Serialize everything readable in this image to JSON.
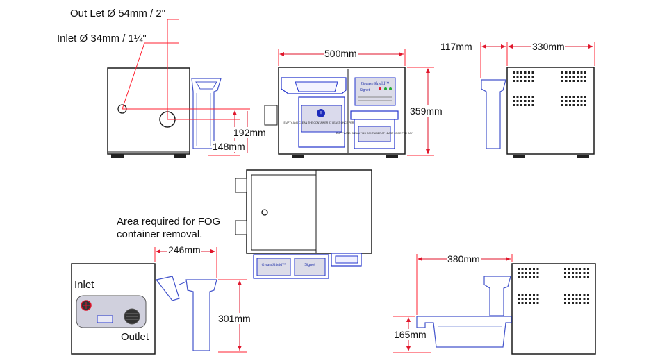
{
  "labels": {
    "outlet_diameter": "Out Let Ø  54mm / 2\"",
    "inlet_diameter": "Inlet  Ø  34mm / 1¼\"",
    "area_note_line1": "Area required for FOG",
    "area_note_line2": "container removal.",
    "inlet": "Inlet",
    "outlet": "Outlet"
  },
  "dimensions": {
    "height_192": "192mm",
    "height_148": "148mm",
    "width_500": "500mm",
    "height_359": "359mm",
    "depth_117": "117mm",
    "depth_330": "330mm",
    "clearance_246": "246mm",
    "height_301": "301mm",
    "clearance_380": "380mm",
    "height_165": "165mm"
  },
  "panel_text": {
    "brand": "GreaseShield™",
    "model": "Signet",
    "warning_1": "EMPTY AND CLEAN THE CONTAINER AT LEAST ONCE PER DAY",
    "warning_2": "EMPTY AND CLEAN THIS CONTAINER AT LEAST ONCE PER DAY"
  },
  "colors": {
    "outline": "#1a1a1a",
    "dimension_line": "#e0162b",
    "container_blue": "#2233cc",
    "panel_fill": "#d8d8e6",
    "leader_red": "#ff2030"
  }
}
